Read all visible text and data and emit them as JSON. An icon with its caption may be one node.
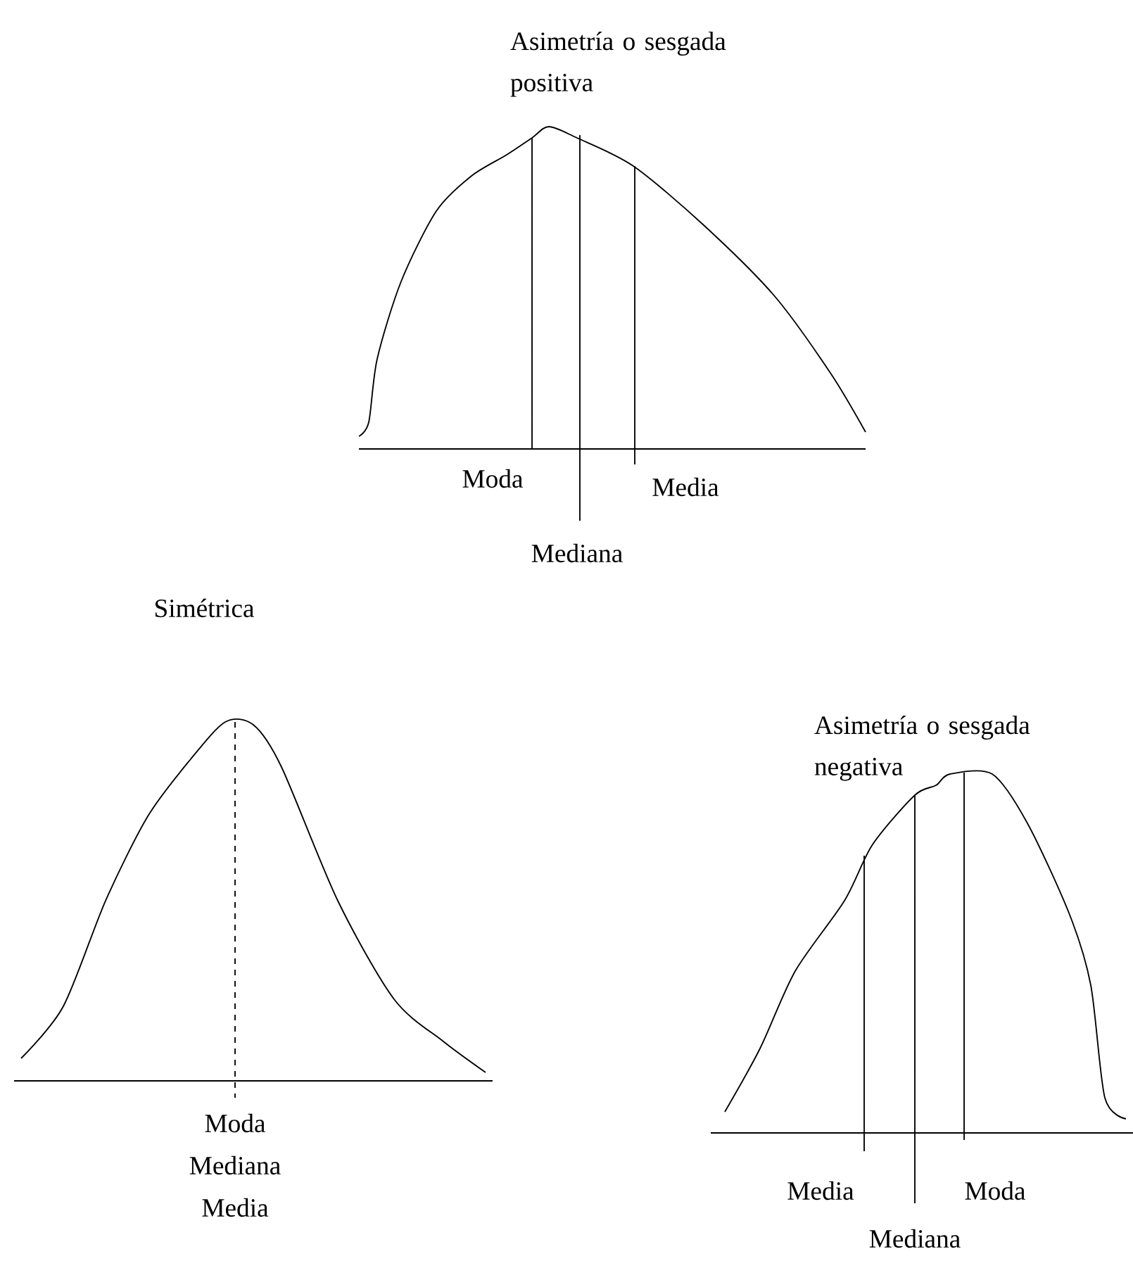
{
  "diagram": {
    "labels": [
      "Asimetría o sesgada positiva",
      "Moda",
      "Media",
      "Mediana",
      "Simétrica",
      "Asimetría o sesgada negativa",
      "Moda",
      "Mediana",
      "Media",
      "Media",
      "Moda",
      "Mediana"
    ]
  }
}
